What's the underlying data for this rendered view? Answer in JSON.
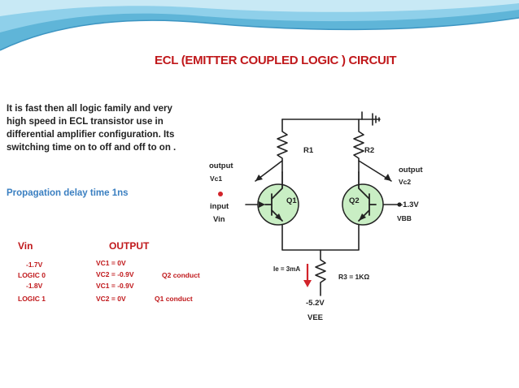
{
  "title": "ECL (EMITTER COUPLED LOGIC ) CIRCUIT",
  "description": "It is fast then all logic family and very high speed in ECL transistor use in differential amplifier configuration. Its switching time on to off and off to on .",
  "propagation": "Propagation delay time 1ns",
  "table": {
    "vin_header": "Vin",
    "output_header": "OUTPUT",
    "vin_col": [
      "-1.7V",
      "LOGIC 0",
      "-1.8V",
      "LOGIC 1"
    ],
    "output_col": [
      "VC1 = 0V",
      "VC2 = -0.9V",
      "VC1 = -0.9V",
      "VC2 = 0V"
    ],
    "conduct_notes": [
      "Q2 conduct",
      "Q1 conduct"
    ]
  },
  "circuit": {
    "r1": "R1",
    "r2": "R2",
    "q1": "Q1",
    "q2": "Q2",
    "output_left": "output",
    "vc1": "Vc1",
    "input": "input",
    "vin": "Vin",
    "output_right": "output",
    "vc2": "Vc2",
    "vbb_value": "-1.3V",
    "vbb": "VBB",
    "ie": "Ie = 3mA",
    "r3": "R3 = 1KΩ",
    "vee_value": "-5.2V",
    "vee": "VEE"
  },
  "colors": {
    "title": "#c0181b",
    "propagation": "#3a7fc1",
    "table": "#c0181b",
    "transistor_fill": "#c9eec4",
    "wire": "#222222"
  }
}
